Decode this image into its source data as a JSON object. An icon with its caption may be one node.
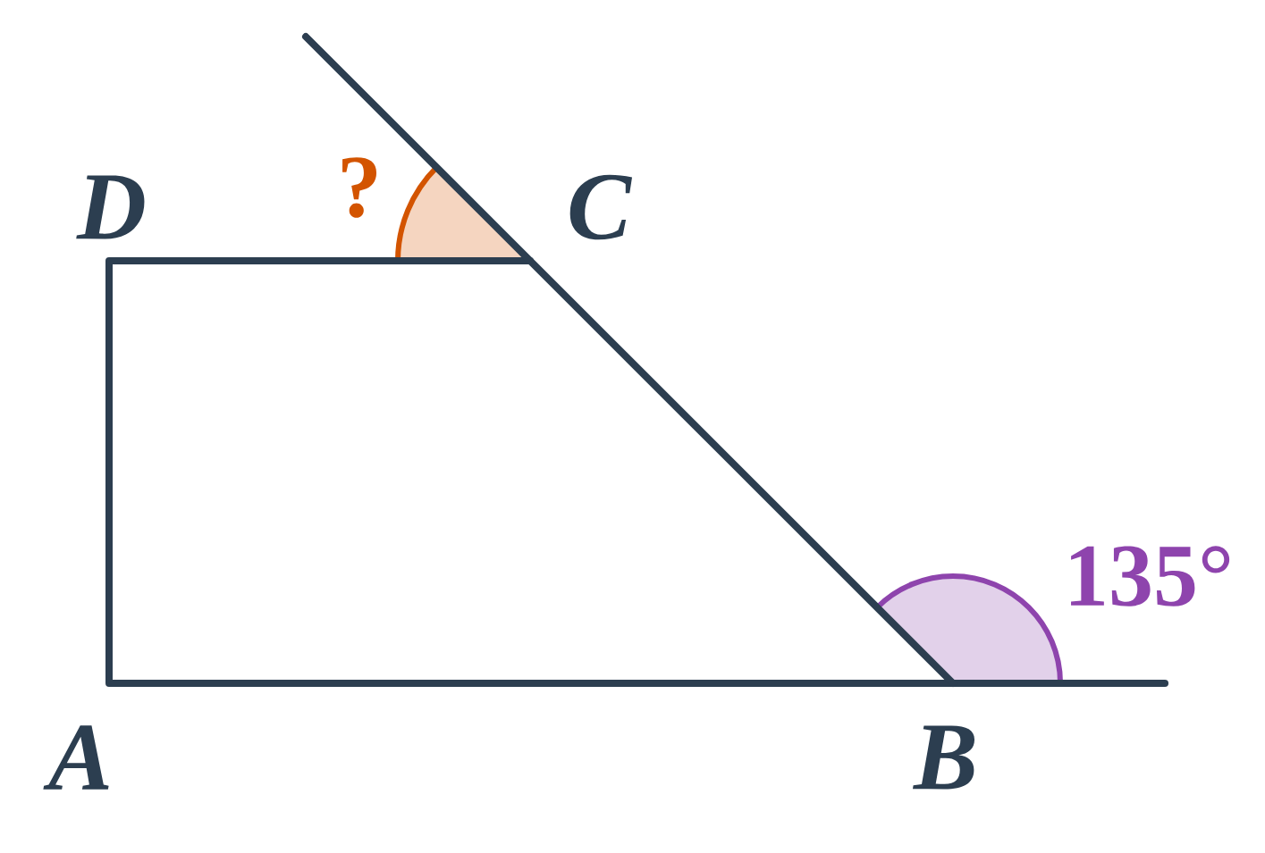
{
  "diagram": {
    "labels": [
      "D",
      "?",
      "C",
      "135°",
      "A",
      "B"
    ]
  }
}
